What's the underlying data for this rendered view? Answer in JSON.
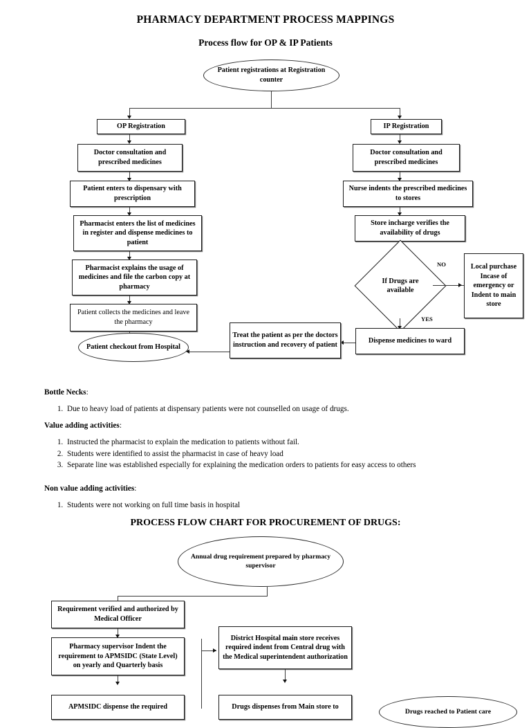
{
  "document": {
    "title": "PHARMACY DEPARTMENT PROCESS MAPPINGS",
    "subtitle": "Process flow for OP & IP Patients"
  },
  "flowchart1": {
    "start": "Patient registrations at Registration counter",
    "op_branch": {
      "registration": "OP Registration",
      "consultation": "Doctor consultation and prescribed medicines",
      "dispensary": "Patient enters to dispensary with prescription",
      "pharmacist_register": "Pharmacist enters the list of medicines in register and dispense medicines to patient",
      "pharmacist_explains": "Pharmacist explains the usage of medicines and file the carbon copy at pharmacy",
      "collects": "Patient collects the medicines and leave the pharmacy",
      "checkout": "Patient checkout from Hospital"
    },
    "ip_branch": {
      "registration": "IP Registration",
      "consultation": "Doctor consultation and prescribed medicines",
      "nurse_indents": "Nurse indents the prescribed medicines to stores",
      "store_verifies": "Store incharge verifies the availability of drugs",
      "decision": "If Drugs are available",
      "decision_no_label": "NO",
      "decision_yes_label": "YES",
      "local_purchase": "Local purchase Incase of emergency or Indent to main store",
      "dispense_ward": "Dispense medicines to ward",
      "treat_patient": "Treat the patient as per the doctors instruction and recovery of patient"
    }
  },
  "sections": [
    {
      "heading": "Bottle Necks",
      "items": [
        "Due to heavy load of patients at dispensary patients were not counselled on usage of drugs."
      ]
    },
    {
      "heading": "Value adding activities",
      "items": [
        "Instructed the pharmacist to explain the medication to patients without fail.",
        "Students were identified to assist the pharmacist in case of heavy load",
        "Separate line was established especially for explaining the medication orders to patients for easy access to others"
      ]
    },
    {
      "heading": "Non value adding activities",
      "items": [
        "Students were not working on full time basis in hospital"
      ]
    }
  ],
  "flowchart2": {
    "title": "PROCESS FLOW CHART FOR PROCUREMENT OF DRUGS:",
    "start": "Annual drug requirement prepared by pharmacy supervisor",
    "requirement_verified": "Requirement verified and authorized by Medical Officer",
    "supervisor_indent": "Pharmacy supervisor Indent the requirement to APMSIDC (State Level) on yearly and Quarterly basis",
    "apmsidc_dispense": "APMSIDC dispense the required",
    "district_hospital": "District Hospital main store receives required indent from Central drug with the Medical superintendent authorization",
    "drugs_dispenses": "Drugs dispenses from Main store to",
    "drugs_reached": "Drugs reached to Patient care"
  },
  "colors": {
    "ink": "#000000",
    "line": "#3a3a3a",
    "shadow": "#7a7a7a",
    "page": "#ffffff"
  }
}
